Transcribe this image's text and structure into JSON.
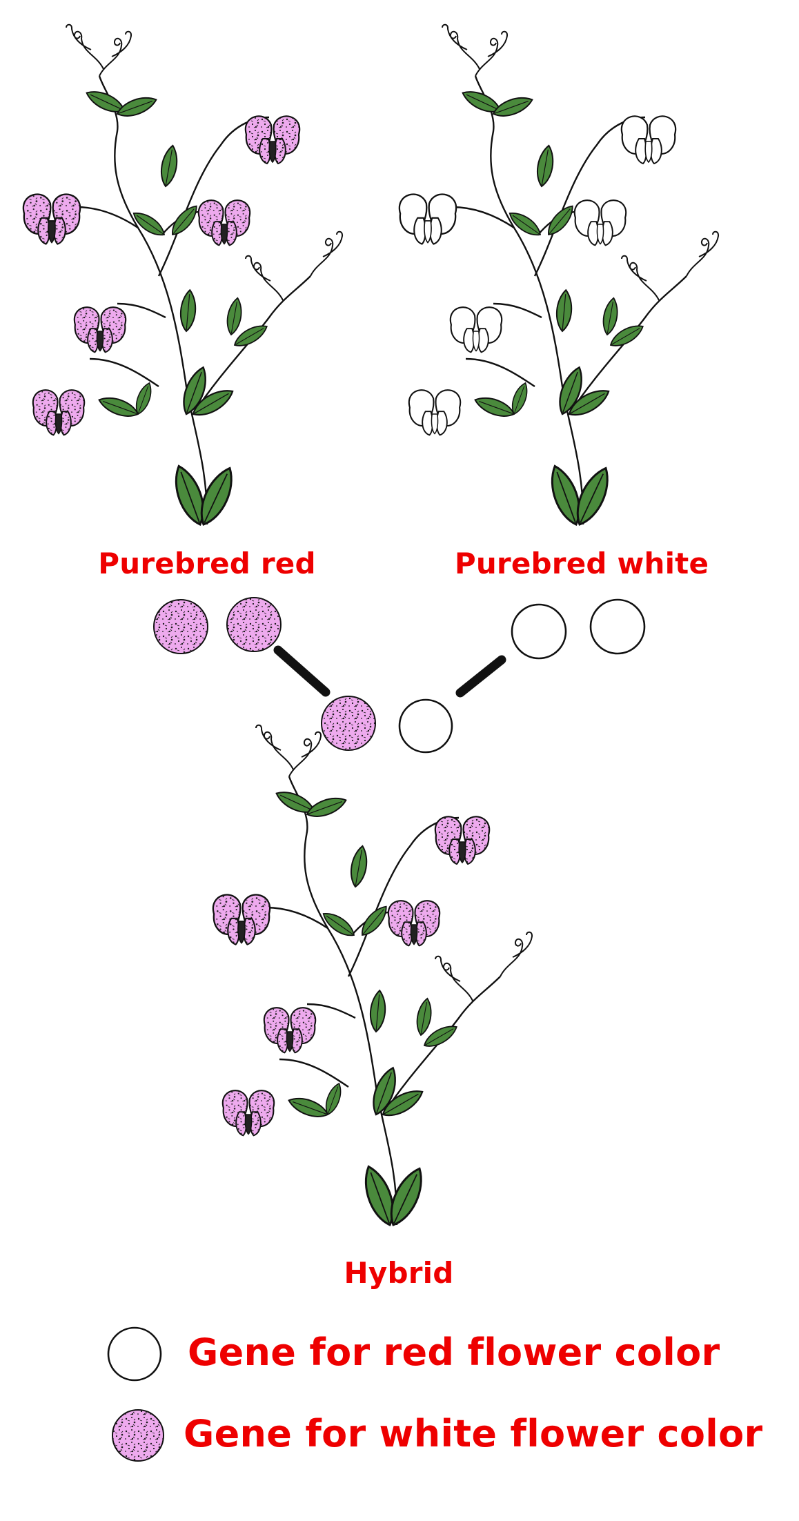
{
  "labels": {
    "parent_left": "Purebred red",
    "parent_right": "Purebred white",
    "offspring": "Hybrid"
  },
  "legend": [
    {
      "text": "Gene for red flower color",
      "symbol": "empty-circle"
    },
    {
      "text": "Gene for white flower color",
      "symbol": "speckled-circle"
    }
  ],
  "colors": {
    "label_red": "#ee0000",
    "leaf_green": "#4a8a3c",
    "flower_pink": "#eeaaee",
    "speckle": "#1a1a1a",
    "outline": "#111111"
  }
}
